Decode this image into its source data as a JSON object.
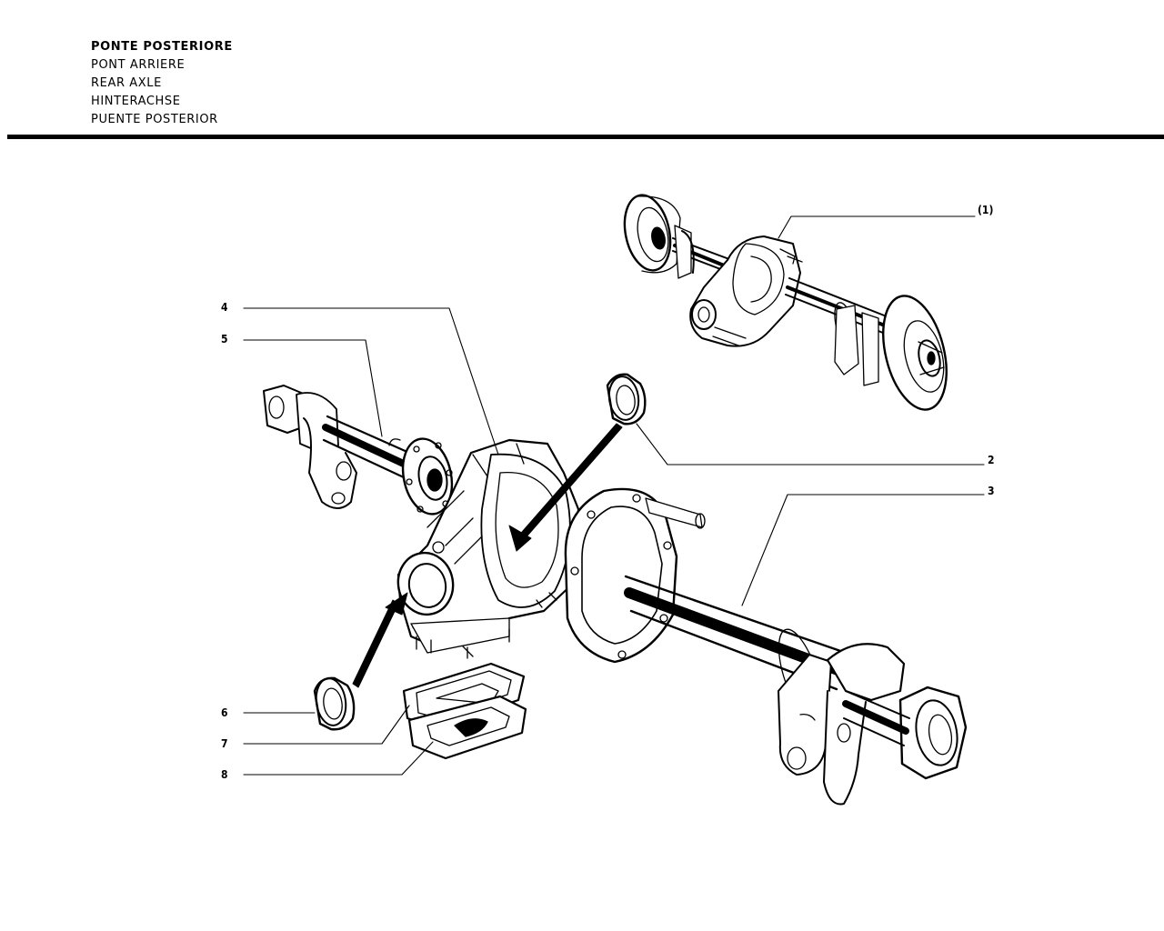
{
  "titles": {
    "it": "PONTE POSTERIORE",
    "fr": "PONT ARRIERE",
    "en": "REAR AXLE",
    "de": "HINTERACHSE",
    "es": "PUENTE POSTERIOR"
  },
  "callouts": {
    "c1": "(1)",
    "c2": "2",
    "c3": "3",
    "c4": "4",
    "c5": "5",
    "c6": "6",
    "c7": "7",
    "c8": "8"
  }
}
